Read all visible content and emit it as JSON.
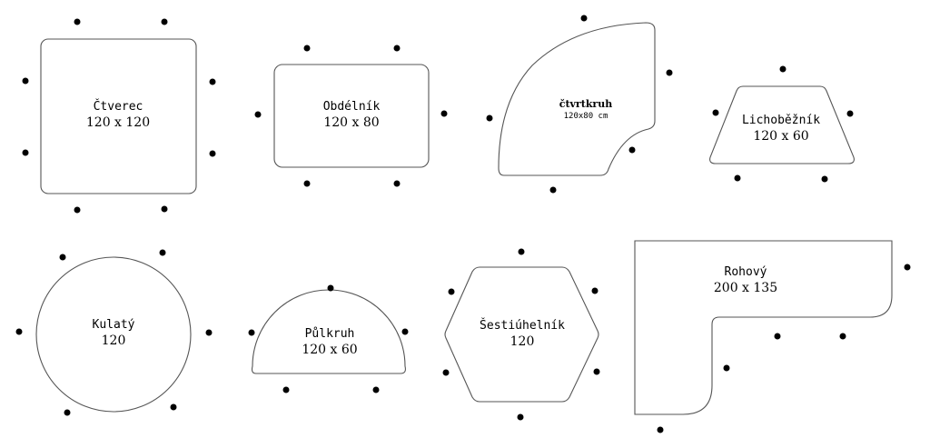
{
  "tables": [
    {
      "id": "ctverec",
      "name": "Čtverec",
      "dims": "120 x 120"
    },
    {
      "id": "obdelnik",
      "name": "Obdélník",
      "dims": "120 x 80"
    },
    {
      "id": "ctvrtkruh",
      "name": "čtvrtkruh",
      "dims": "120x80 cm"
    },
    {
      "id": "lichobeznik",
      "name": "Lichoběžník",
      "dims": "120 x 60"
    },
    {
      "id": "kulaty",
      "name": "Kulatý",
      "dims": "120"
    },
    {
      "id": "pulkruh",
      "name": "Půlkruh",
      "dims": "120 x 60"
    },
    {
      "id": "sestiuhelnik",
      "name": "Šestiúhelník",
      "dims": "120"
    },
    {
      "id": "rohovy",
      "name": "Rohový",
      "dims": "200 x 135"
    }
  ],
  "colors": {
    "outline": "#555555",
    "seat": "#000000",
    "background": "#ffffff"
  }
}
